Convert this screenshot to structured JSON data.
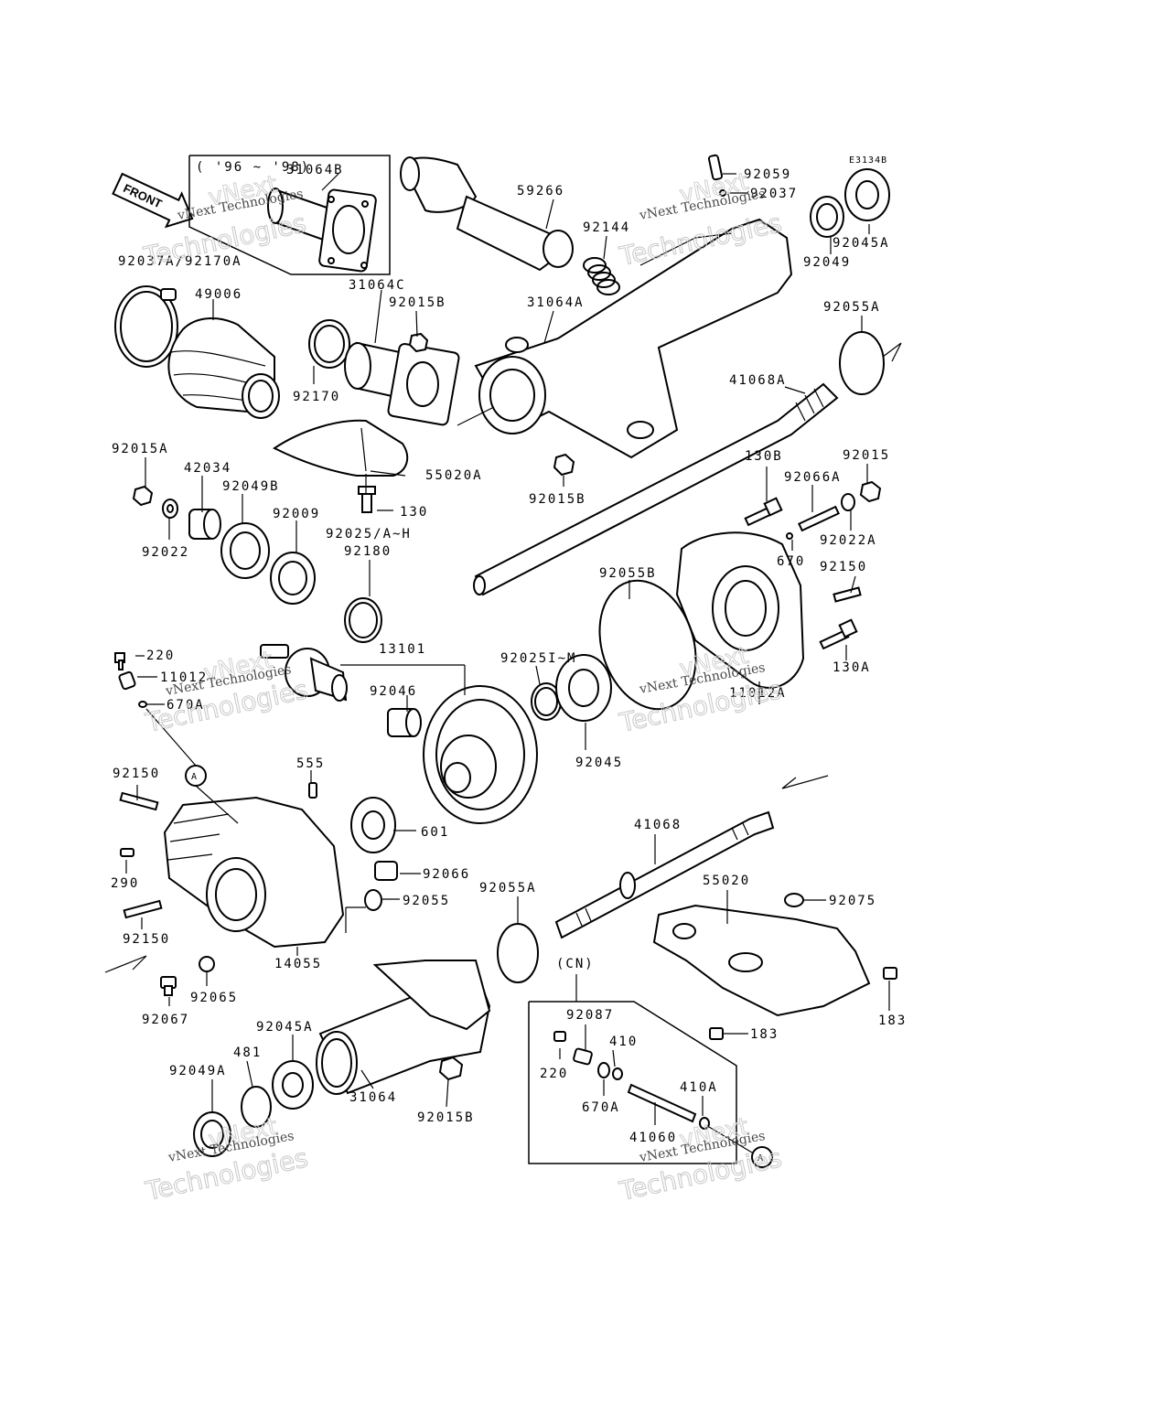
{
  "diagram": {
    "reference_code": "E3134B",
    "front_label": "FRONT",
    "year_range_note": "( '96 ~ '98)",
    "cn_note": "(CN)",
    "callout_symbol": "A",
    "watermark": {
      "line1": "vNext Technologies",
      "line2": "Technologies",
      "line0": "vNext"
    },
    "labels": [
      {
        "id": "31064B",
        "text": "31064B"
      },
      {
        "id": "92037A_92170A",
        "text": "92037A/92170A"
      },
      {
        "id": "49006",
        "text": "49006"
      },
      {
        "id": "31064C",
        "text": "31064C"
      },
      {
        "id": "92015B_a",
        "text": "92015B"
      },
      {
        "id": "92170",
        "text": "92170"
      },
      {
        "id": "55020A",
        "text": "55020A"
      },
      {
        "id": "130",
        "text": "130"
      },
      {
        "id": "92015A",
        "text": "92015A"
      },
      {
        "id": "42034",
        "text": "42034"
      },
      {
        "id": "92049B",
        "text": "92049B"
      },
      {
        "id": "92009",
        "text": "92009"
      },
      {
        "id": "92022",
        "text": "92022"
      },
      {
        "id": "92025_AH",
        "text": "92025/A~H"
      },
      {
        "id": "92180",
        "text": "92180"
      },
      {
        "id": "59266",
        "text": "59266"
      },
      {
        "id": "92144",
        "text": "92144"
      },
      {
        "id": "31064A",
        "text": "31064A"
      },
      {
        "id": "92015B_b",
        "text": "92015B"
      },
      {
        "id": "92059",
        "text": "92059"
      },
      {
        "id": "92037",
        "text": "92037"
      },
      {
        "id": "92045A_top",
        "text": "92045A"
      },
      {
        "id": "92049",
        "text": "92049"
      },
      {
        "id": "92055A_top",
        "text": "92055A"
      },
      {
        "id": "41068A",
        "text": "41068A"
      },
      {
        "id": "130B",
        "text": "130B"
      },
      {
        "id": "92015",
        "text": "92015"
      },
      {
        "id": "92066A",
        "text": "92066A"
      },
      {
        "id": "92022A",
        "text": "92022A"
      },
      {
        "id": "670",
        "text": "670"
      },
      {
        "id": "92150_r",
        "text": "92150"
      },
      {
        "id": "92055B",
        "text": "92055B"
      },
      {
        "id": "130A",
        "text": "130A"
      },
      {
        "id": "11012A",
        "text": "11012A"
      },
      {
        "id": "220_top",
        "text": "220"
      },
      {
        "id": "11012",
        "text": "11012"
      },
      {
        "id": "670A_top",
        "text": "670A"
      },
      {
        "id": "13101",
        "text": "13101"
      },
      {
        "id": "92025IM",
        "text": "92025I~M"
      },
      {
        "id": "92046",
        "text": "92046"
      },
      {
        "id": "92045",
        "text": "92045"
      },
      {
        "id": "92150_l1",
        "text": "92150"
      },
      {
        "id": "555",
        "text": "555"
      },
      {
        "id": "601",
        "text": "601"
      },
      {
        "id": "290",
        "text": "290"
      },
      {
        "id": "92066",
        "text": "92066"
      },
      {
        "id": "92055",
        "text": "92055"
      },
      {
        "id": "92150_l2",
        "text": "92150"
      },
      {
        "id": "92055A_mid",
        "text": "92055A"
      },
      {
        "id": "41068",
        "text": "41068"
      },
      {
        "id": "55020",
        "text": "55020"
      },
      {
        "id": "92075",
        "text": "92075"
      },
      {
        "id": "14055",
        "text": "14055"
      },
      {
        "id": "92065",
        "text": "92065"
      },
      {
        "id": "92067",
        "text": "92067"
      },
      {
        "id": "92045A_bot",
        "text": "92045A"
      },
      {
        "id": "481",
        "text": "481"
      },
      {
        "id": "92049A",
        "text": "92049A"
      },
      {
        "id": "31064",
        "text": "31064"
      },
      {
        "id": "92015B_c",
        "text": "92015B"
      },
      {
        "id": "92087",
        "text": "92087"
      },
      {
        "id": "410",
        "text": "410"
      },
      {
        "id": "220_bot",
        "text": "220"
      },
      {
        "id": "670A_bot",
        "text": "670A"
      },
      {
        "id": "410A",
        "text": "410A"
      },
      {
        "id": "41060",
        "text": "41060"
      },
      {
        "id": "183_a",
        "text": "183"
      },
      {
        "id": "183_b",
        "text": "183"
      }
    ]
  }
}
